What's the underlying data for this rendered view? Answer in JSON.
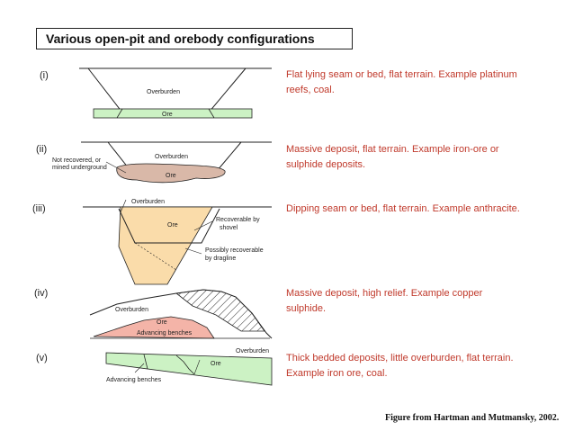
{
  "title": "Various open-pit and orebody configurations",
  "panels": [
    {
      "num": "(i)",
      "description": "Flat lying seam or bed, flat terrain. Example platinum reefs, coal.",
      "labels": {
        "overburden": "Overburden",
        "ore": "Ore"
      }
    },
    {
      "num": "(ii)",
      "description": "Massive deposit, flat terrain. Example iron-ore or sulphide deposits.",
      "labels": {
        "overburden": "Overburden",
        "ore": "Ore",
        "not_recovered_1": "Not recovered, or",
        "not_recovered_2": "mined underground"
      }
    },
    {
      "num": "(iii)",
      "description": "Dipping seam or bed, flat terrain. Example anthracite.",
      "labels": {
        "overburden": "Overburden",
        "ore": "Ore",
        "shovel_1": "Recoverable by",
        "shovel_2": "shovel",
        "dragline_1": "Possibly recoverable",
        "dragline_2": "by dragline"
      }
    },
    {
      "num": "(iv)",
      "description": "Massive deposit, high relief. Example copper sulphide.",
      "labels": {
        "overburden": "Overburden",
        "ore": "Ore",
        "benches": "Advancing benches"
      }
    },
    {
      "num": "(v)",
      "description": "Thick bedded deposits, little overburden, flat terrain. Example iron ore, coal.",
      "labels": {
        "overburden": "Overburden",
        "ore": "Ore",
        "benches": "Advancing benches"
      }
    }
  ],
  "credit": "Figure from Hartman and Mutmansky, 2002.",
  "colors": {
    "ore_green": "#ccf2c4",
    "ore_brown": "#d9b8a8",
    "ore_orange": "#fadcaa",
    "ore_pink": "#f4b4a8",
    "text_red": "#c0392b"
  }
}
